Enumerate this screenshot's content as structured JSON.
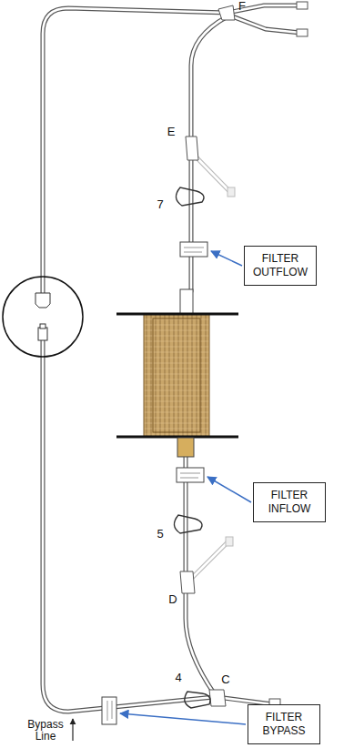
{
  "diagram": {
    "nodes": [
      {
        "text": [
          "FILTER OUTFLOW"
        ]
      },
      {
        "text": [
          "FILTER INFLOW"
        ]
      },
      {
        "text": [
          "FILTER BYPASS"
        ]
      }
    ],
    "labels": [
      "F",
      "E",
      "7",
      "5",
      "D",
      "4",
      "C",
      "Bypass Line"
    ]
  }
}
